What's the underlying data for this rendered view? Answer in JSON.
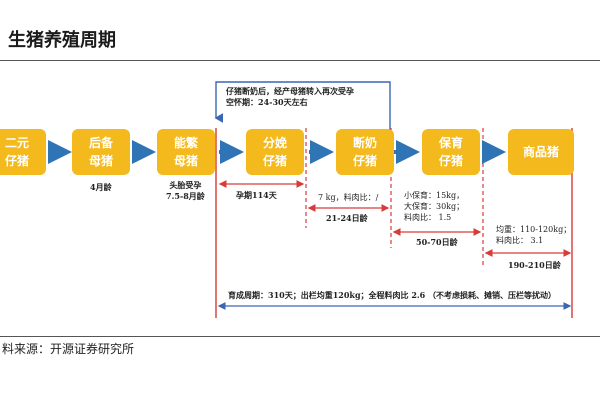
{
  "title": "生猪养殖周期",
  "stages": {
    "yuan2": "二元\n仔猪",
    "houbei": "后备\n母猪",
    "nengfan": "能繁\n母猪",
    "fenmian": "分娩\n仔猪",
    "duannai": "断奶\n仔猪",
    "baoyu": "保育\n仔猪",
    "shangpin": "商品猪"
  },
  "notes": {
    "loop_note": "仔猪断奶后，经产母猪转入再次受孕\n空怀期：24-30天左右",
    "age_4m": "4月龄",
    "first_mating": "头胎受孕\n7.5-8月龄",
    "gestation": "孕期114天",
    "weaning_weight": "7 kg，料肉比：/",
    "weaning_age": "21-24日龄",
    "nursery_info": "小保育：15kg，\n大保育：30kg；\n料肉比：  1.5",
    "nursery_age": "50-70日龄",
    "market_info": "均重：110-120kg；\n料肉比：  3.1",
    "market_age": "190-210日龄",
    "cycle_summary": "育成周期：310天；出栏均重120kg；全程料肉比 2.6 （不考虑损耗、摊销、压栏等扰动）"
  },
  "source": "料来源：开源证券研究所",
  "colors": {
    "stage_fill": "#f4b91c",
    "flow_arrow": "#2f74b5",
    "span_arrow": "#d93a3a",
    "divider": "#d93a3a",
    "loop": "#3a66b3",
    "total_arrow": "#3a66b3"
  }
}
